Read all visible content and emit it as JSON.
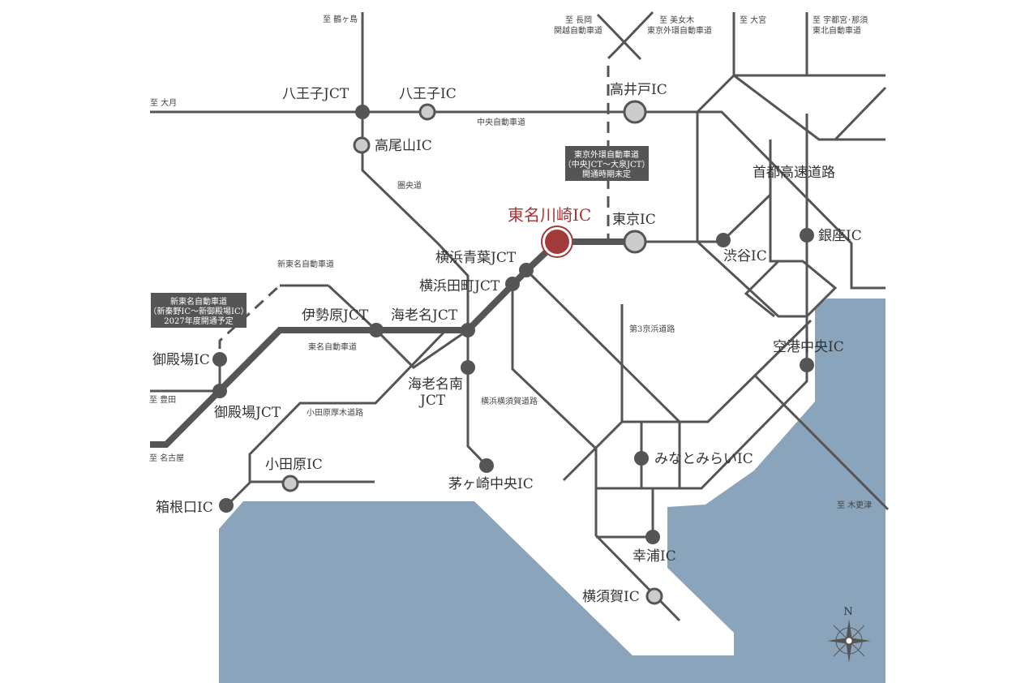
{
  "colors": {
    "sea": "#8aa4bc",
    "road": "#555555",
    "highlight": "#a33a3a"
  },
  "destinations": {
    "tsurugashima": "至 鶴ヶ島",
    "otsuki": "至 大月",
    "nagaoka_1": "至 長岡",
    "nagaoka_2": "関越自動車道",
    "bijogi_1": "至 美女木",
    "bijogi_2": "東京外環自動車道",
    "omiya": "至 大宮",
    "utsunomiya_1": "至 宇都宮･那須",
    "utsunomiya_2": "東北自動車道",
    "toyota": "至 豊田",
    "nagoya": "至 名古屋",
    "kisarazu": "至 木更津"
  },
  "roads": {
    "chuo": "中央自動車道",
    "kenodo": "圏央道",
    "shin_tomei": "新東名自動車道",
    "tomei": "東名自動車道",
    "odawara_atsugi": "小田原厚木道路",
    "yokohama_yokosuka": "横浜横須賀道路",
    "daisan_keihin": "第3京浜道路",
    "shuto": "首都高速道路"
  },
  "notes": {
    "gaikan": [
      "東京外環自動車道",
      "（中央JCT～大泉JCT）",
      "開通時期未定"
    ],
    "shin_tomei": [
      "新東名自動車道",
      "（新秦野IC～新御殿場IC）",
      "2027年度開通予定"
    ]
  },
  "nodes": {
    "hachioji_jct": "八王子JCT",
    "hachioji_ic": "八王子IC",
    "takaido_ic": "高井戸IC",
    "takao_ic": "高尾山IC",
    "tomei_kawasaki_ic": "東名川崎IC",
    "tokyo_ic": "東京IC",
    "yokohama_aoba_jct": "横浜青葉JCT",
    "yokohama_machida_jct": "横浜田町JCT",
    "isehara_jct": "伊勢原JCT",
    "ebina_jct": "海老名JCT",
    "ebina_minami_jct_1": "海老名南",
    "ebina_minami_jct_2": "JCT",
    "gotemba_ic": "御殿場IC",
    "gotemba_jct": "御殿場JCT",
    "odawara_ic": "小田原IC",
    "hakoneguchi_ic": "箱根口IC",
    "chigasaki_ic": "茅ヶ崎中央IC",
    "shibuya_ic": "渋谷IC",
    "ginza_ic": "銀座IC",
    "kuko_ic": "空港中央IC",
    "minatomirai_ic": "みなとみらいIC",
    "koura_ic": "幸浦IC",
    "yokosuka_ic": "横須賀IC"
  },
  "compass": "N"
}
